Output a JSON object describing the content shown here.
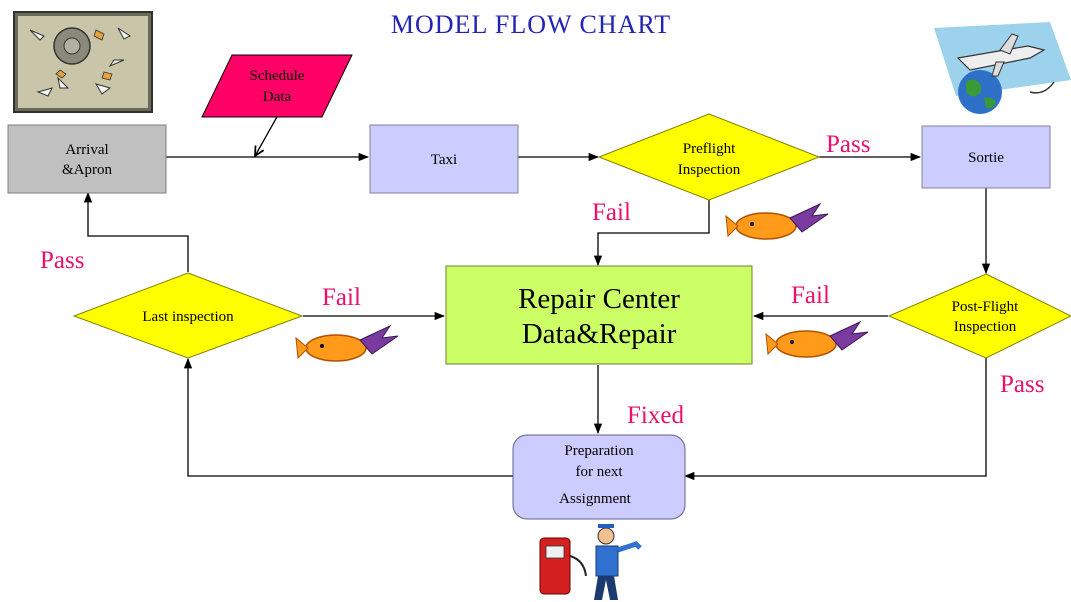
{
  "title": "MODEL FLOW CHART",
  "colors": {
    "title": "#2323b4",
    "process": "#ccccff",
    "arrival": "#c0c0c0",
    "decision": "#ffff00",
    "repair": "#ccff66",
    "schedule": "#ff0066",
    "edge_label": "#e8106b"
  },
  "nodes": {
    "schedule_data": {
      "lines": [
        "Schedule",
        "Data"
      ],
      "shape": "parallelogram"
    },
    "arrival": {
      "lines": [
        "Arrival",
        "&Apron"
      ],
      "shape": "rect"
    },
    "taxi": {
      "lines": [
        "Taxi"
      ],
      "shape": "rect"
    },
    "preflight": {
      "lines": [
        "Preflight",
        "Inspection"
      ],
      "shape": "diamond"
    },
    "sortie": {
      "lines": [
        "Sortie"
      ],
      "shape": "rect"
    },
    "last_inspection": {
      "lines": [
        "Last inspection"
      ],
      "shape": "diamond"
    },
    "repair_center": {
      "lines": [
        "Repair Center",
        "Data&Repair"
      ],
      "shape": "rect"
    },
    "post_flight": {
      "lines": [
        "Post-Flight",
        "Inspection"
      ],
      "shape": "diamond"
    },
    "preparation": {
      "lines": [
        "Preparation",
        "for next",
        "Assignment"
      ],
      "shape": "rounded-rect"
    }
  },
  "edge_labels": {
    "preflight_pass": "Pass",
    "preflight_fail": "Fail",
    "last_pass": "Pass",
    "last_fail": "Fail",
    "post_fail": "Fail",
    "post_pass": "Pass",
    "fixed": "Fixed"
  },
  "clipart": [
    "airport-apron-clipart",
    "airplane-globe-clipart",
    "fish-rocket-clipart",
    "fish-rocket-clipart",
    "fish-rocket-clipart",
    "fuel-pump-worker-clipart"
  ]
}
